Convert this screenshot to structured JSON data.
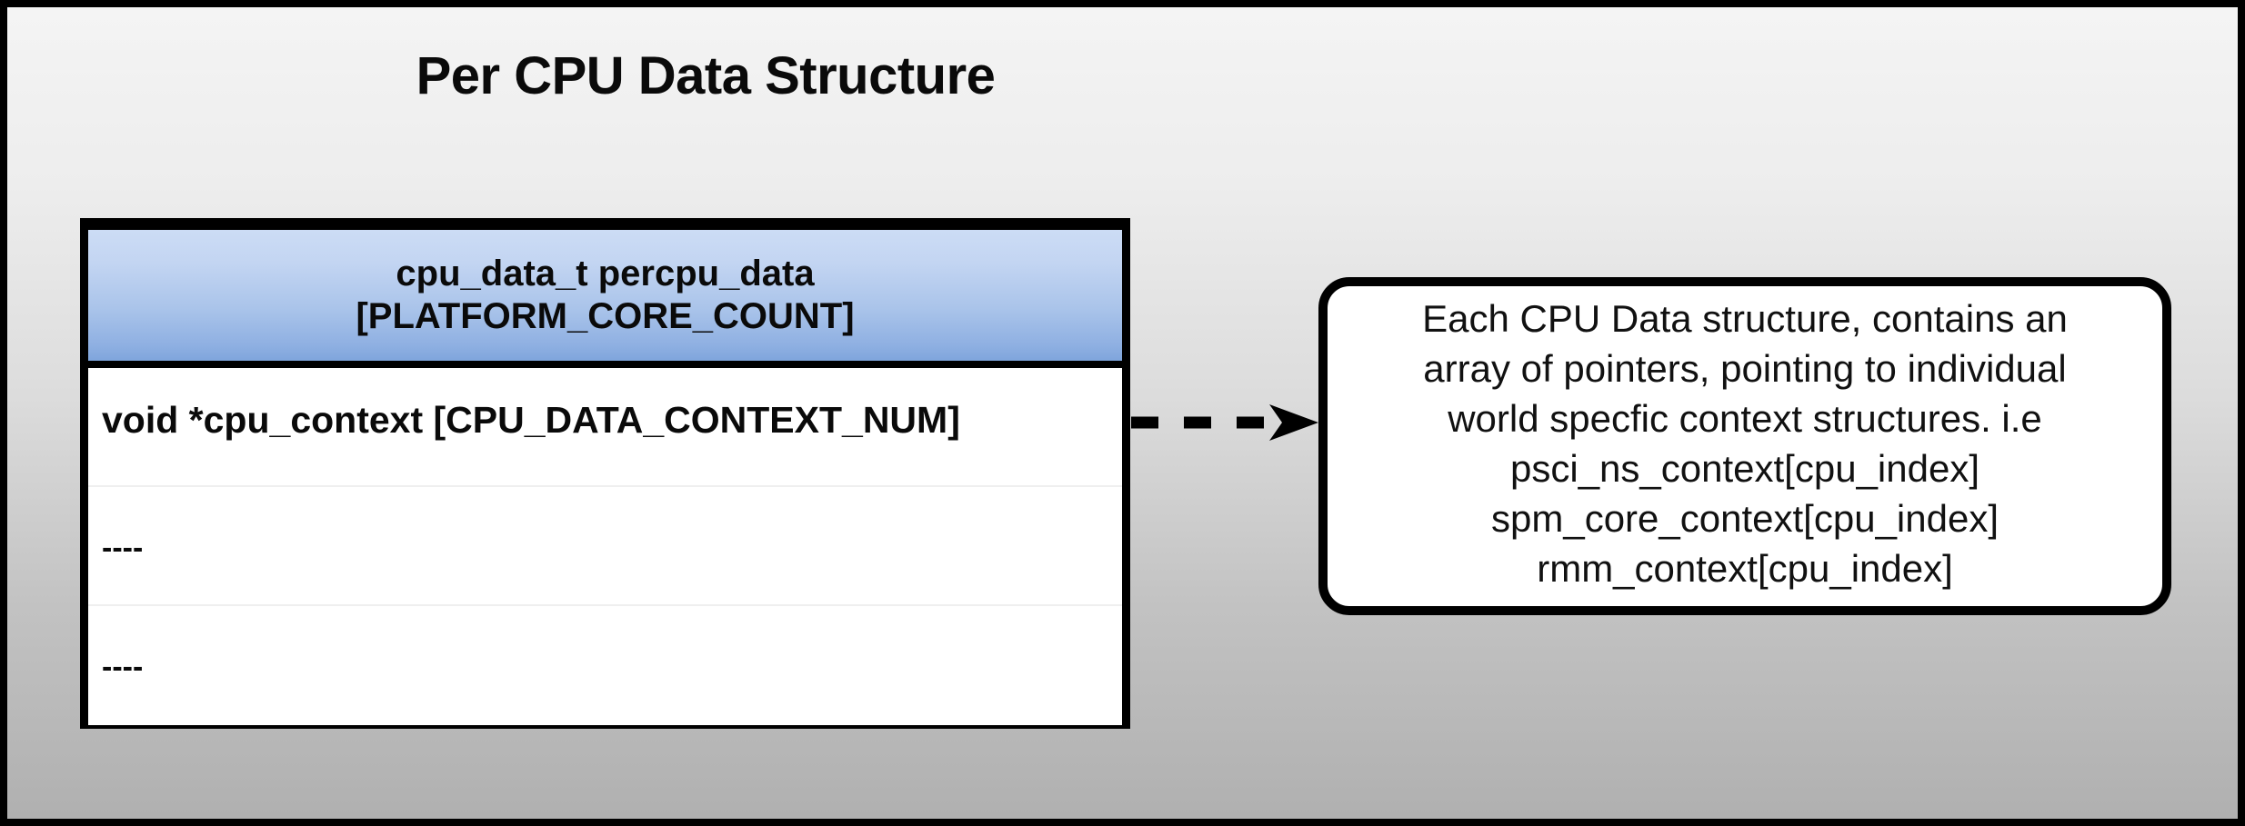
{
  "diagram": {
    "title": "Per CPU Data Structure",
    "background_top_color": "#f4f4f4",
    "background_bottom_color": "#b0b0b0",
    "border_color": "#000000"
  },
  "struct_table": {
    "header": {
      "line1": "cpu_data_t percpu_data",
      "line2": "[PLATFORM_CORE_COUNT]",
      "gradient_top_color": "#ccdcf5",
      "gradient_bottom_color": "#7fa5dc"
    },
    "rows": [
      {
        "label": "void *cpu_context [CPU_DATA_CONTEXT_NUM]"
      },
      {
        "label": "----"
      },
      {
        "label": "----"
      }
    ]
  },
  "connector": {
    "name": "dashed-arrow",
    "style": "dashed",
    "direction": "right",
    "color": "#000000"
  },
  "callout": {
    "lines": [
      "Each CPU Data structure, contains an",
      "array of pointers, pointing to individual",
      "world specfic context structures. i.e",
      "psci_ns_context[cpu_index]",
      "spm_core_context[cpu_index]",
      "rmm_context[cpu_index]"
    ],
    "border_color": "#000000",
    "background_color": "#ffffff"
  }
}
